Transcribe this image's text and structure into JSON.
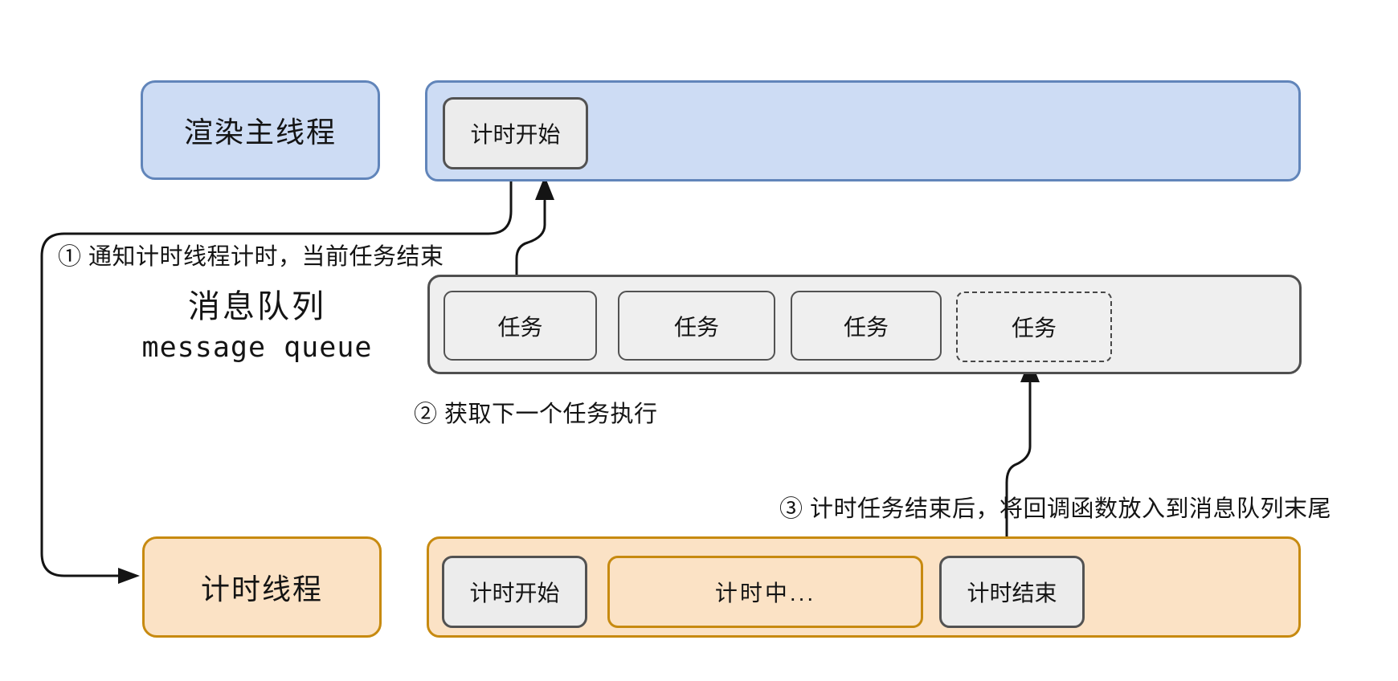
{
  "diagram": {
    "render_thread": {
      "label": "渲染主线程"
    },
    "render_lane": {
      "timer_start": "计时开始"
    },
    "message_queue": {
      "label_cn": "消息队列",
      "label_en": "message queue",
      "tasks": [
        "任务",
        "任务",
        "任务"
      ],
      "pending_task": "任务"
    },
    "timer_thread": {
      "label": "计时线程"
    },
    "timer_lane": {
      "timer_start": "计时开始",
      "timing": "计时中...",
      "timer_end": "计时结束"
    },
    "annotations": {
      "step1": "① 通知计时线程计时，当前任务结束",
      "step2": "② 获取下一个任务执行",
      "step3": "③ 计时任务结束后，将回调函数放入到消息队列末尾"
    },
    "colors": {
      "blue_fill": "#cddcf4",
      "blue_border": "#6185ba",
      "gray_fill": "#efefef",
      "gray_border": "#4f4f4f",
      "chip_fill": "#ececec",
      "chip_border": "#525252",
      "orange_fill": "#fbe2c5",
      "orange_border": "#c78a10",
      "arrow": "#141414",
      "background": "#ffffff"
    }
  }
}
